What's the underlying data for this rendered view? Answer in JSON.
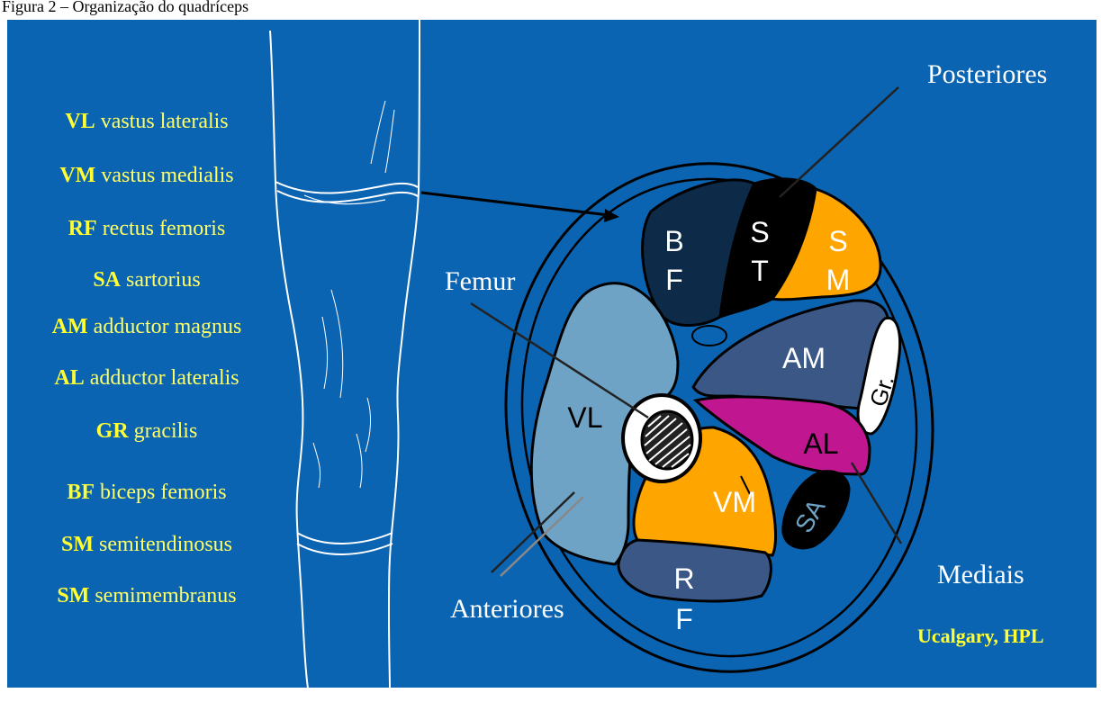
{
  "header_text": "Figura 2 – Organização do quadríceps",
  "legend": [
    {
      "abbr": "VL",
      "name": "vastus lateralis"
    },
    {
      "abbr": "VM",
      "name": "vastus medialis"
    },
    {
      "abbr": "RF",
      "name": "rectus femoris"
    },
    {
      "abbr": "SA",
      "name": "sartorius"
    },
    {
      "abbr": "AM",
      "name": "adductor magnus"
    },
    {
      "abbr": "AL",
      "name": "adductor lateralis"
    },
    {
      "abbr": "GR",
      "name": "gracilis"
    },
    {
      "abbr": "BF",
      "name": "biceps femoris"
    },
    {
      "abbr": "SM",
      "name": "semitendinosus"
    },
    {
      "abbr": "SM",
      "name": "semimembranus"
    }
  ],
  "labels": {
    "posteriores": "Posteriores",
    "femur": "Femur",
    "anteriores": "Anteriores",
    "mediais": "Mediais"
  },
  "muscles": {
    "bf_1": "B",
    "bf_2": "F",
    "st_1": "S",
    "st_2": "T",
    "sm_1": "S",
    "sm_2": "M",
    "am": "AM",
    "gr": "Gr.",
    "vl": "VL",
    "al": "AL",
    "vm": "VM",
    "sa": "SA",
    "rf_1": "R",
    "rf_2": "F"
  },
  "credit": "Ucalgary, HPL",
  "colors": {
    "background": "#0a64b2",
    "legend_text": "#ffff66",
    "bf": "#0d2a48",
    "st": "#000000",
    "sm": "#ffa500",
    "am": "#3a5786",
    "vl": "#6fa3c6",
    "al": "#c0168f",
    "vm": "#ffa500",
    "rf": "#3a5786",
    "sa": "#000000",
    "gr": "#ffffff"
  }
}
